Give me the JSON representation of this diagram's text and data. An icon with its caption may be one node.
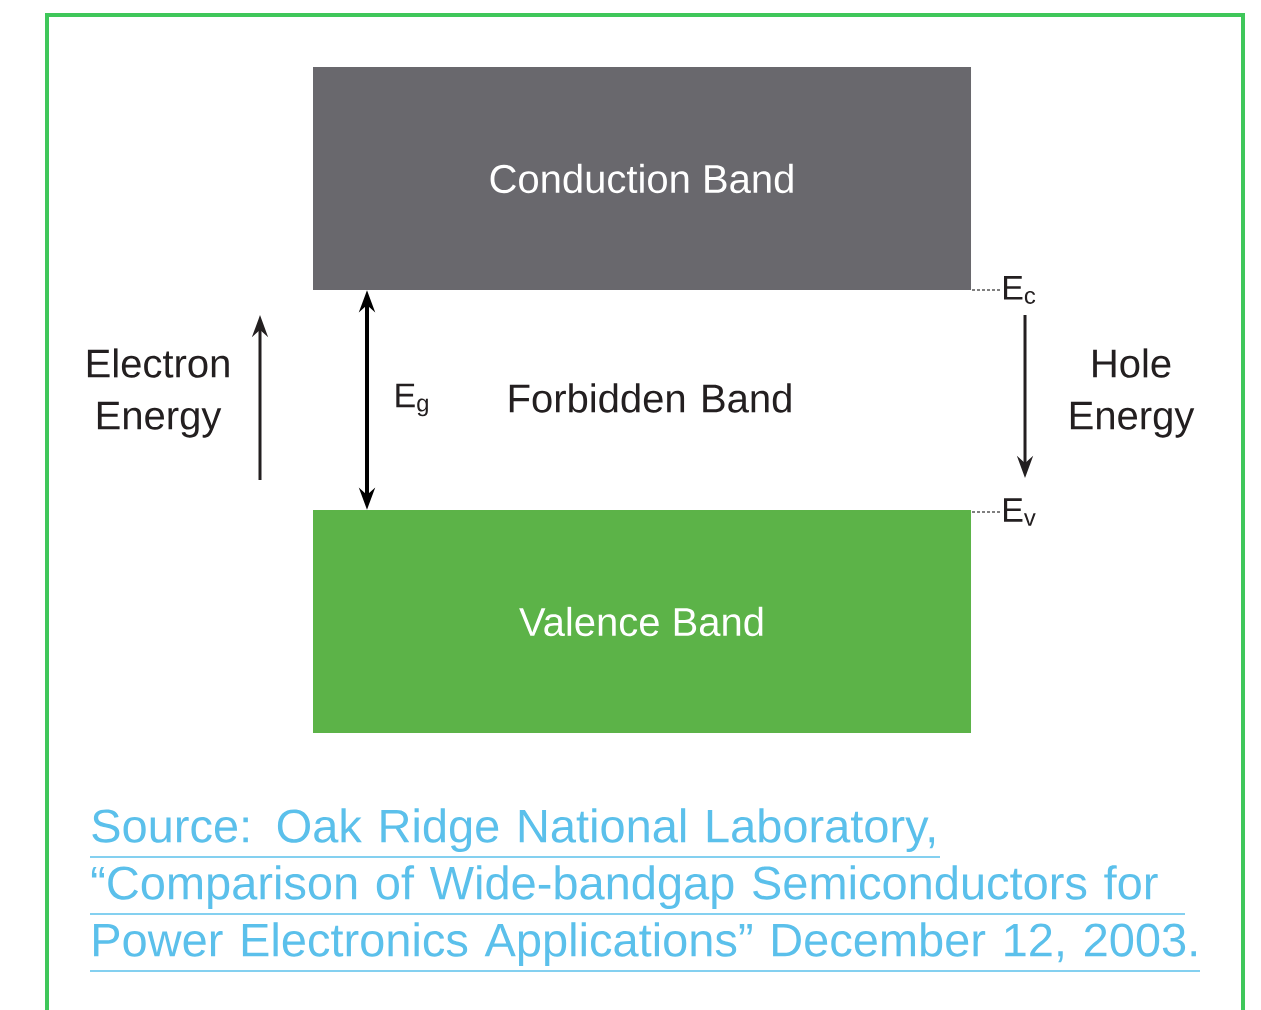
{
  "diagram": {
    "caption": "Source: Oak Ridge National Laboratory, “Comparison of Wide-bandgap Semiconductors for Power Electronics Applications” December 12, 2003.",
    "nodes": [
      {
        "text": [
          "Conduction Band"
        ]
      },
      {
        "text": [
          "Valence Band"
        ]
      },
      {
        "text": [
          "E$_{c}$"
        ]
      },
      {
        "text": [
          "E$_{v}$"
        ]
      }
    ],
    "edges": [
      {
        "from": 0,
        "to": 1,
        "arrow": "both",
        "label": "E$_{g}$",
        "style": "thick"
      },
      {
        "from": 2,
        "to": 0,
        "arrow": "none",
        "style": "dashed"
      },
      {
        "from": 3,
        "to": 1,
        "arrow": "none",
        "style": "dashed"
      }
    ],
    "labels": [
      "Electron Energy",
      "Forbidden Band",
      "Hole Energy"
    ]
  }
}
